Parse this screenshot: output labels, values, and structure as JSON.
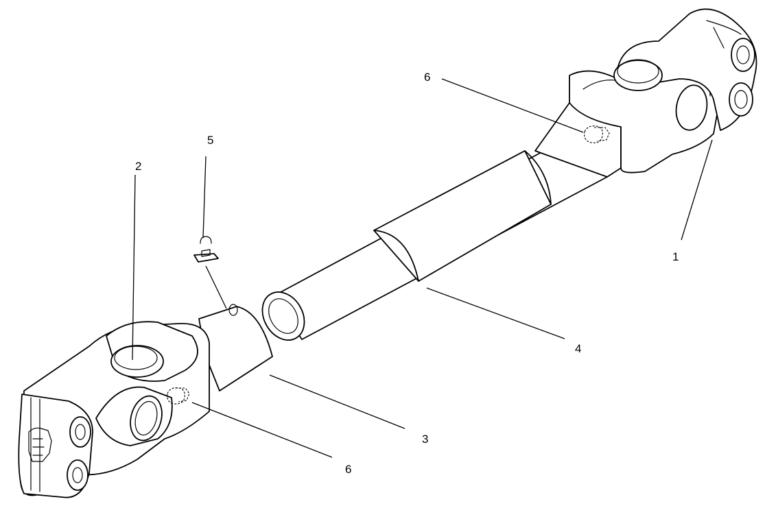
{
  "callouts": [
    {
      "id": "c1",
      "label": "1"
    },
    {
      "id": "c2",
      "label": "2"
    },
    {
      "id": "c3",
      "label": "3"
    },
    {
      "id": "c4",
      "label": "4"
    },
    {
      "id": "c5",
      "label": "5"
    },
    {
      "id": "c6a",
      "label": "6"
    },
    {
      "id": "c6b",
      "label": "6"
    }
  ]
}
